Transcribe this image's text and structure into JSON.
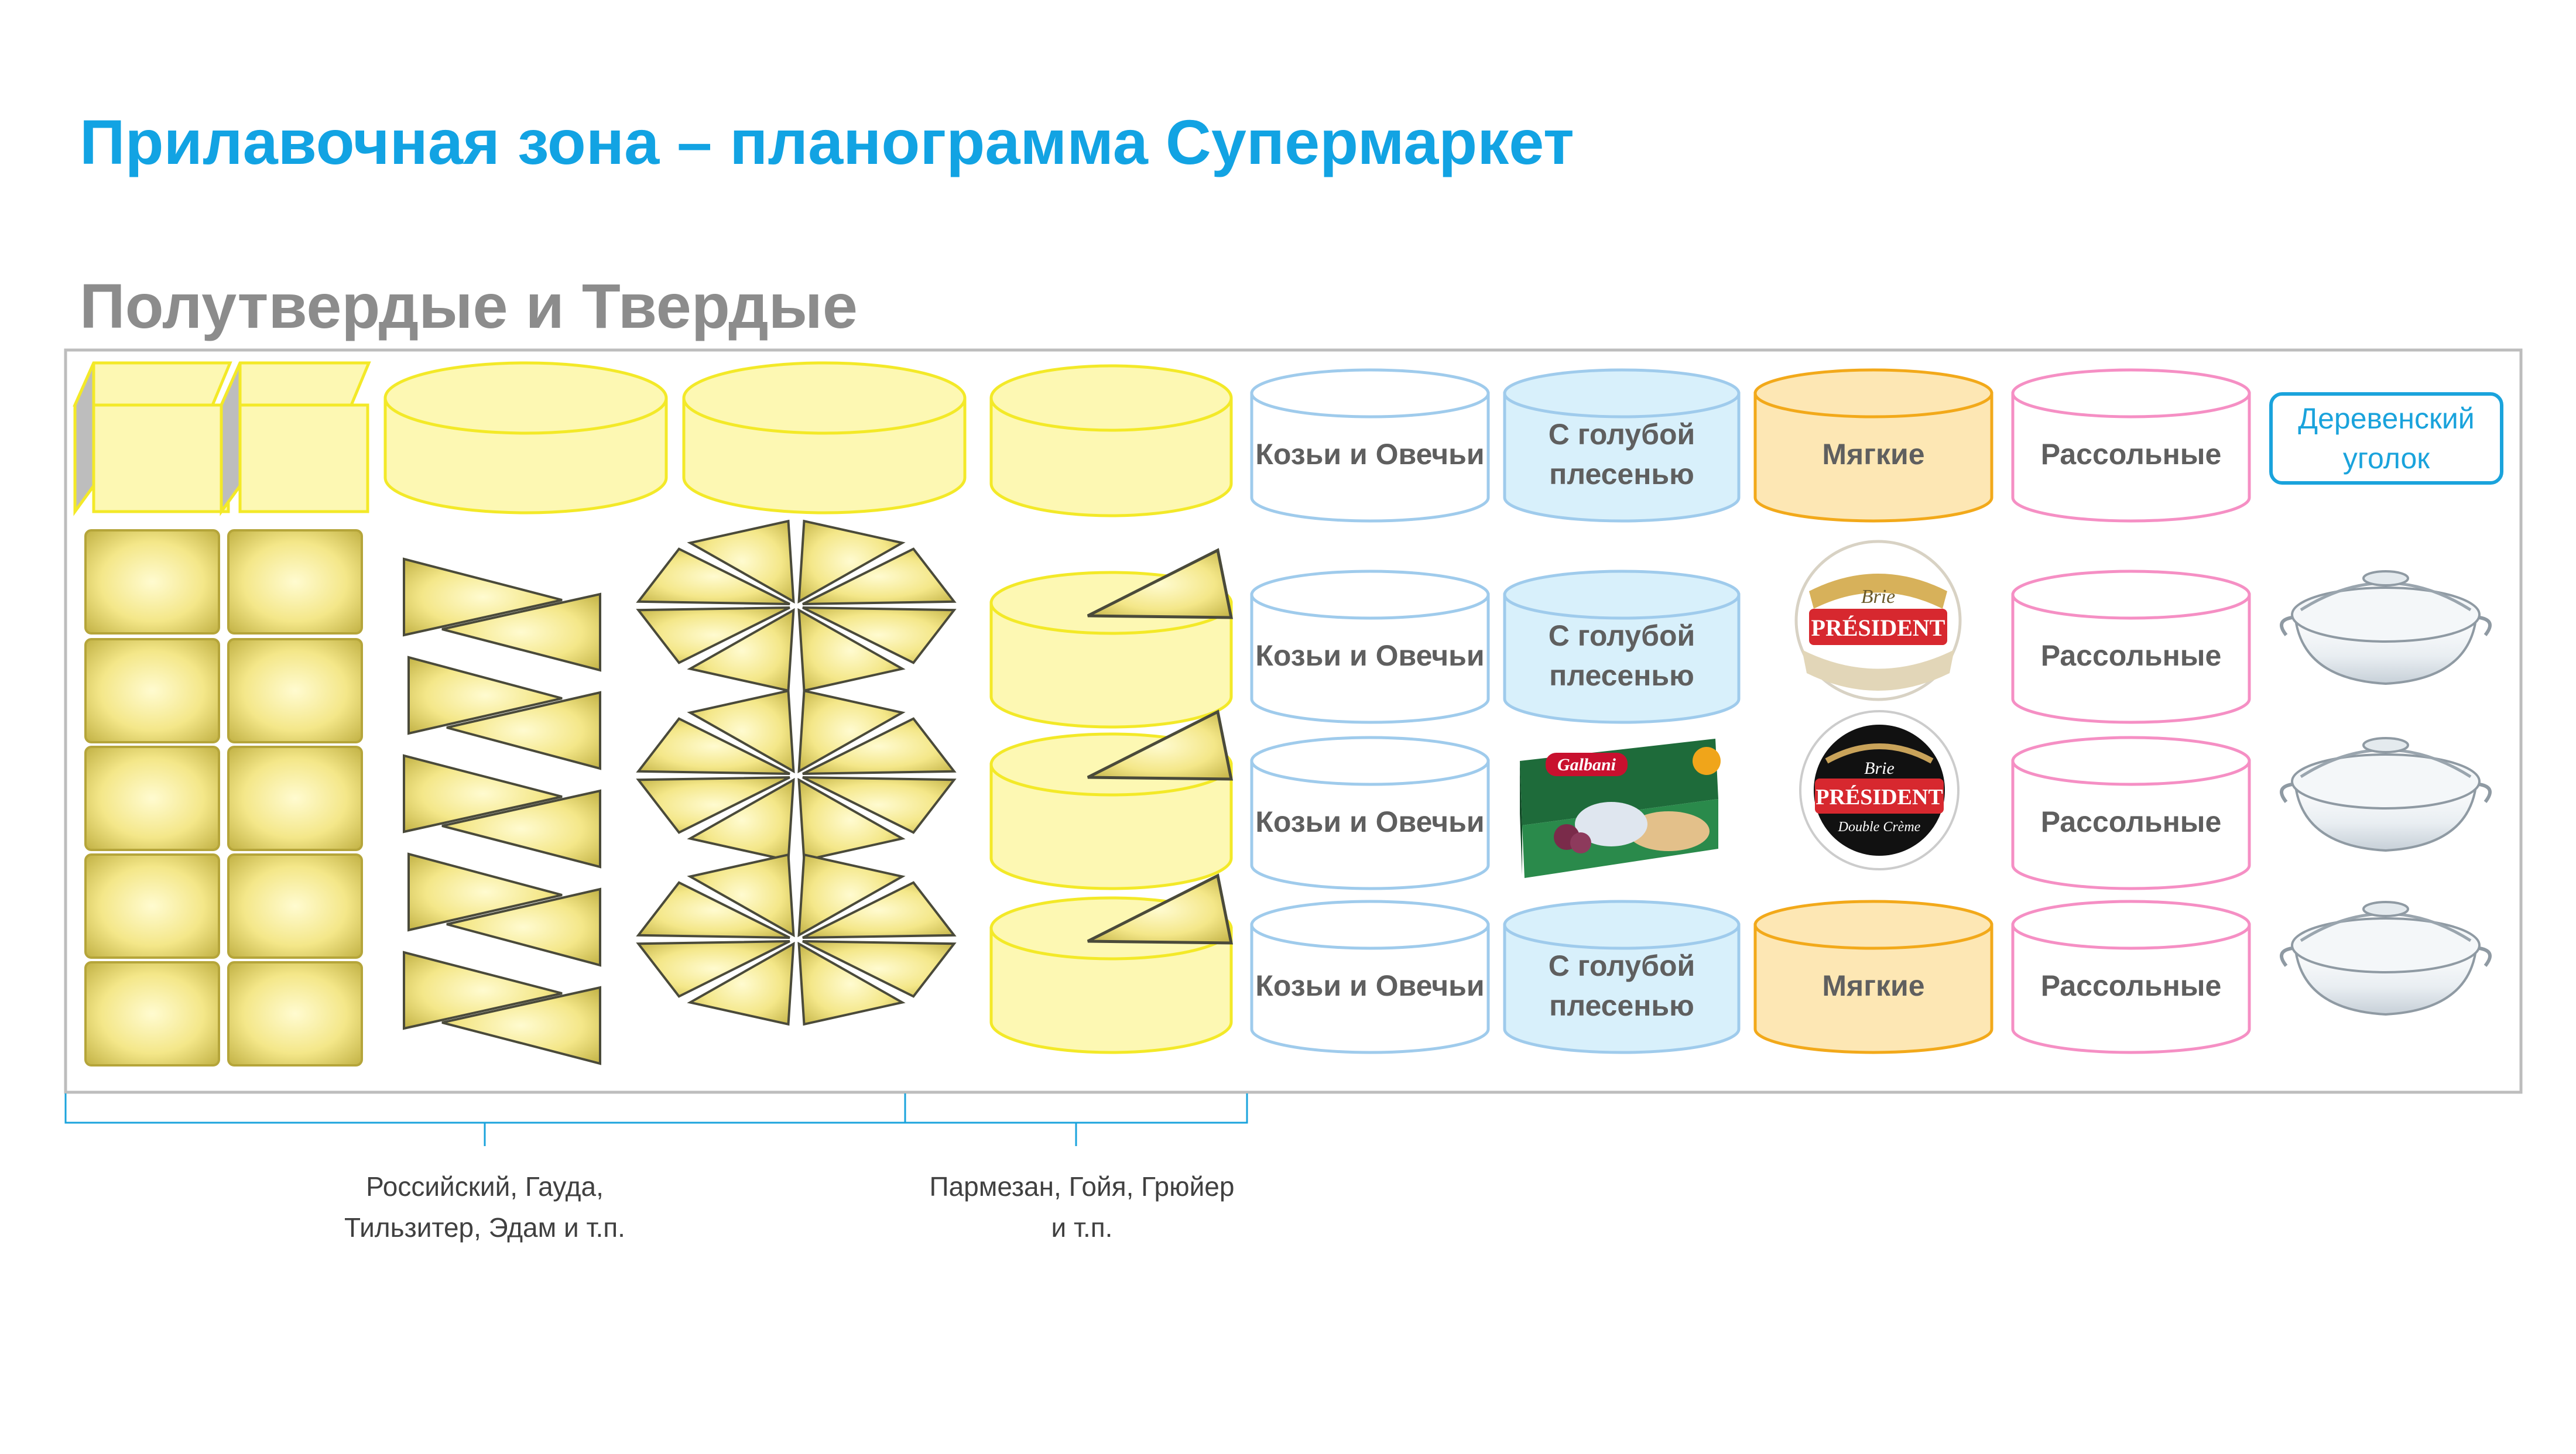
{
  "title": "Прилавочная зона – планограмма Супермаркет",
  "subtitle": "Полутвердые и Твердые",
  "labels": {
    "goat_sheep": "Козьи и Овечьи",
    "blue_mold_line1": "С голубой",
    "blue_mold_line2": "плесенью",
    "soft": "Мягкие",
    "brine": "Рассольные",
    "village_corner": "Деревенский уголок"
  },
  "brand": {
    "president": "PRÉSIDENT",
    "brie": "Brie",
    "double_creme": "Double Crème",
    "galbani": "Galbani"
  },
  "notes": {
    "semi_hard": [
      "Российский, Гауда,",
      "Тильзитер, Эдам и т.п."
    ],
    "hard": [
      "Пармезан, Гойя, Грюйер",
      "и т.п."
    ]
  },
  "colors": {
    "title": "#12a3e3",
    "subtitle": "#8c8c8c",
    "cheese_fill": "#fdf8b3",
    "cheese_stroke": "#f3e928",
    "goat_stroke": "#9fcbec",
    "blue_fill": "#d8f0fb",
    "soft_fill": "#fde7b4",
    "soft_stroke": "#f2a91a",
    "brine_stroke": "#f58fc4",
    "accent_blue": "#1aa3dc"
  }
}
